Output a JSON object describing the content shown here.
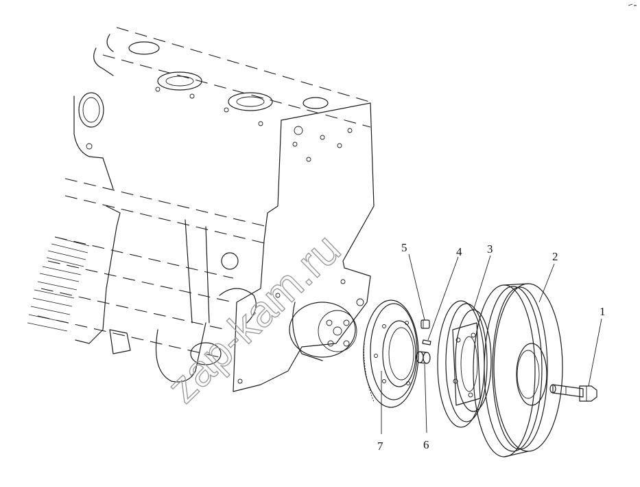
{
  "diagram": {
    "callouts": [
      {
        "id": "1",
        "label": "1"
      },
      {
        "id": "2",
        "label": "2"
      },
      {
        "id": "3",
        "label": "3"
      },
      {
        "id": "4",
        "label": "4"
      },
      {
        "id": "5",
        "label": "5"
      },
      {
        "id": "6",
        "label": "6"
      },
      {
        "id": "7",
        "label": "7"
      }
    ],
    "watermark": "zap-kam.ru"
  }
}
